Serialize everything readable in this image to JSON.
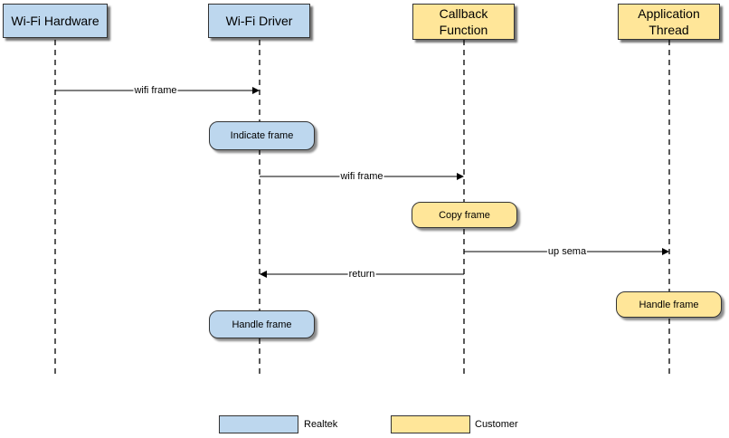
{
  "participants": [
    {
      "label": "Wi-Fi Hardware",
      "group": "realtek"
    },
    {
      "label": "Wi-Fi Driver",
      "group": "realtek"
    },
    {
      "label": "Callback\nFunction",
      "group": "customer"
    },
    {
      "label": "Application\nThread",
      "group": "customer"
    }
  ],
  "messages": [
    {
      "label": "wifi frame",
      "from": 0,
      "to": 1
    },
    {
      "label": "wifi frame",
      "from": 1,
      "to": 2
    },
    {
      "label": "up sema",
      "from": 2,
      "to": 3
    },
    {
      "label": "return",
      "from": 2,
      "to": 1
    }
  ],
  "actions": [
    {
      "label": "Indicate frame",
      "participant": 1
    },
    {
      "label": "Copy frame",
      "participant": 2
    },
    {
      "label": "Handle frame",
      "participant": 3
    },
    {
      "label": "Handle frame",
      "participant": 1
    }
  ],
  "legend": [
    {
      "label": "Realtek",
      "group": "realtek"
    },
    {
      "label": "Customer",
      "group": "customer"
    }
  ],
  "colors": {
    "realtek": "#bdd7ee",
    "customer": "#ffe699"
  }
}
